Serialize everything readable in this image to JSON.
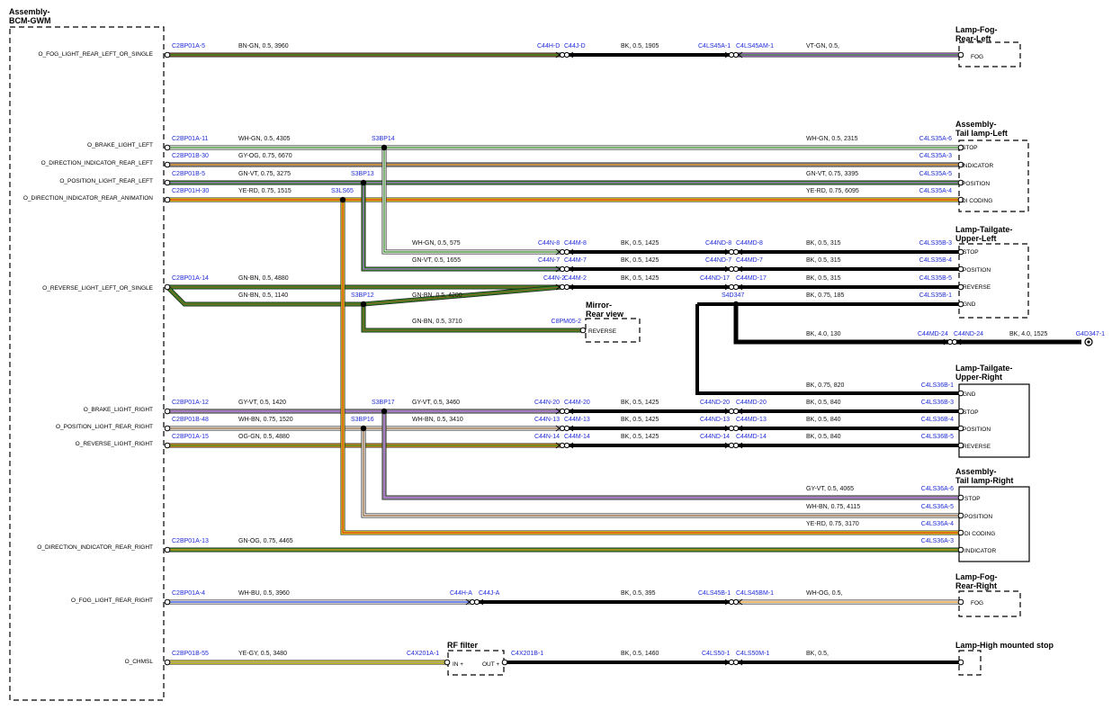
{
  "components": {
    "bcm": {
      "title_lines": [
        "Assembly-",
        "BCM-GWM"
      ]
    },
    "fog_rl": {
      "title_lines": [
        "Lamp-Fog-",
        "Rear-Left"
      ],
      "pins": [
        "FOG"
      ]
    },
    "tail_l": {
      "title_lines": [
        "Assembly-",
        "Tail lamp-Left"
      ],
      "pins": [
        "STOP",
        "INDICATOR",
        "POSITION",
        "DI CODING"
      ]
    },
    "tg_ul": {
      "title_lines": [
        "Lamp-Tailgate-",
        "Upper-Left"
      ],
      "pins": [
        "STOP",
        "POSITION",
        "REVERSE",
        "GND"
      ]
    },
    "mirror": {
      "title_lines": [
        "Mirror-",
        "Rear view"
      ],
      "pins": [
        "REVERSE"
      ]
    },
    "tg_ur": {
      "title_lines": [
        "Lamp-Tailgate-",
        "Upper-Right"
      ],
      "pins": [
        "GND",
        "STOP",
        "POSITION",
        "REVERSE"
      ]
    },
    "tail_r": {
      "title_lines": [
        "Assembly-",
        "Tail lamp-Right"
      ],
      "pins": [
        "STOP",
        "POSITION",
        "DI CODING",
        "INDICATOR"
      ]
    },
    "fog_rr": {
      "title_lines": [
        "Lamp-Fog-",
        "Rear-Right"
      ],
      "pins": [
        "FOG"
      ]
    },
    "rf": {
      "title_lines": [
        "RF filter"
      ],
      "pins": [
        "IN +",
        "OUT +"
      ]
    },
    "hms": {
      "title_lines": [
        "Lamp-High mounted stop"
      ]
    }
  },
  "signals": [
    "O_FOG_LIGHT_REAR_LEFT_OR_SINGLE",
    "O_BRAKE_LIGHT_LEFT",
    "O_DIRECTION_INDICATOR_REAR_LEFT",
    "O_POSITION_LIGHT_REAR_LEFT",
    "O_DIRECTION_INDICATOR_REAR_ANIMATION",
    "O_REVERSE_LIGHT_LEFT_OR_SINGLE",
    "O_BRAKE_LIGHT_RIGHT",
    "O_POSITION_LIGHT_REAR_RIGHT",
    "O_REVERSE_LIGHT_RIGHT",
    "O_DIRECTION_INDICATOR_REAR_RIGHT",
    "O_FOG_LIGHT_REAR_RIGHT",
    "O_CHMSL"
  ],
  "connector_labels": [
    "C2BP01A-5",
    "C44H-D",
    "C44J-D",
    "C4LS45A-1",
    "C4LS45AM-1",
    "C2BP01A-11",
    "C4LS35A-6",
    "C2BP01B-30",
    "C4LS35A-3",
    "C2BP01B-5",
    "C4LS35A-5",
    "C2BP01H-30",
    "C4LS35A-4",
    "C44N-8",
    "C44M-8",
    "C44ND-8",
    "C44MD-8",
    "C4LS35B-3",
    "C44N-7",
    "C44M-7",
    "C44ND-7",
    "C44MD-7",
    "C4LS35B-4",
    "C2BP01A-14",
    "C44N-2",
    "C44M-2",
    "C44ND-17",
    "C44MD-17",
    "C4LS35B-5",
    "C4LS35B-1",
    "C8PM05-2",
    "C44MD-24",
    "C44ND-24",
    "G4D347-1",
    "C4LS36B-1",
    "C2BP01A-12",
    "C44N-20",
    "C44M-20",
    "C44ND-20",
    "C44MD-20",
    "C4LS36B-3",
    "C2BP01B-48",
    "C44N-13",
    "C44M-13",
    "C44ND-13",
    "C44MD-13",
    "C4LS36B-4",
    "C2BP01A-15",
    "C44N-14",
    "C44M-14",
    "C44ND-14",
    "C44MD-14",
    "C4LS36B-5",
    "C4LS36A-6",
    "C4LS36A-5",
    "C4LS36A-4",
    "C2BP01A-13",
    "C4LS36A-3",
    "C2BP01A-4",
    "C44H-A",
    "C44J-A",
    "C4LS45B-1",
    "C4LS45BM-1",
    "C2BP01B-55",
    "C4X201A-1",
    "C4X201B-1",
    "C4LS50-1",
    "C4LS50M-1"
  ],
  "splice_labels": [
    "S3BP14",
    "S3BP13",
    "S3LS65",
    "S3BP12",
    "S4D347",
    "S3BP17",
    "S3BP16"
  ],
  "wire_labels": [
    "BN-GN, 0.5, 3960",
    "BK, 0.5, 1905",
    "VT-GN, 0.5,",
    "WH-GN, 0.5, 4305",
    "WH-GN, 0.5, 2315",
    "GY-OG, 0.75, 6670",
    "GN-VT, 0.75, 3275",
    "GN-VT, 0.75, 3395",
    "YE-RD, 0.75, 1515",
    "YE-RD, 0.75, 6095",
    "WH-GN, 0.5, 575",
    "BK, 0.5, 1425",
    "BK, 0.5, 315",
    "GN-VT, 0.5, 1655",
    "BK, 0.5, 1425",
    "BK, 0.5, 315",
    "GN-BN, 0.5, 4880",
    "BK, 0.5, 1425",
    "BK, 0.5, 315",
    "GN-BN, 0.5, 1140",
    "GN-BN, 0.5, 4200",
    "BK, 0.75, 185",
    "GN-BN, 0.5, 3710",
    "BK, 4.0, 130",
    "BK, 4.0, 1525",
    "BK, 0.75, 820",
    "GY-VT, 0.5, 1420",
    "GY-VT, 0.5, 3460",
    "BK, 0.5, 1425",
    "BK, 0.5, 840",
    "WH-BN, 0.75, 1520",
    "WH-BN, 0.5, 3410",
    "BK, 0.5, 1425",
    "BK, 0.5, 840",
    "OG-GN, 0.5, 4880",
    "BK, 0.5, 1425",
    "BK, 0.5, 840",
    "GY-VT, 0.5, 4065",
    "WH-BN, 0.75, 4115",
    "YE-RD, 0.75, 3170",
    "GN-OG, 0.75, 4465",
    "WH-BU, 0.5, 3960",
    "BK, 0.5, 395",
    "WH-OG, 0.5,",
    "YE-GY, 0.5, 3480",
    "BK, 0.5, 1460",
    "BK, 0.5,"
  ],
  "colors": {
    "connector_text": "#1f2bd6",
    "wire_green": "#2f8a1c",
    "wire_black": "#000000",
    "wire_orange": "#e8911f",
    "wire_red": "#d9261c",
    "wire_yellow": "#f2e11a",
    "wire_violet": "#b56ee6",
    "wire_white": "#ffffff",
    "wire_brown": "#8a5a2b",
    "wire_grey": "#8c8c8c",
    "wire_blue": "#1f3fd6"
  }
}
